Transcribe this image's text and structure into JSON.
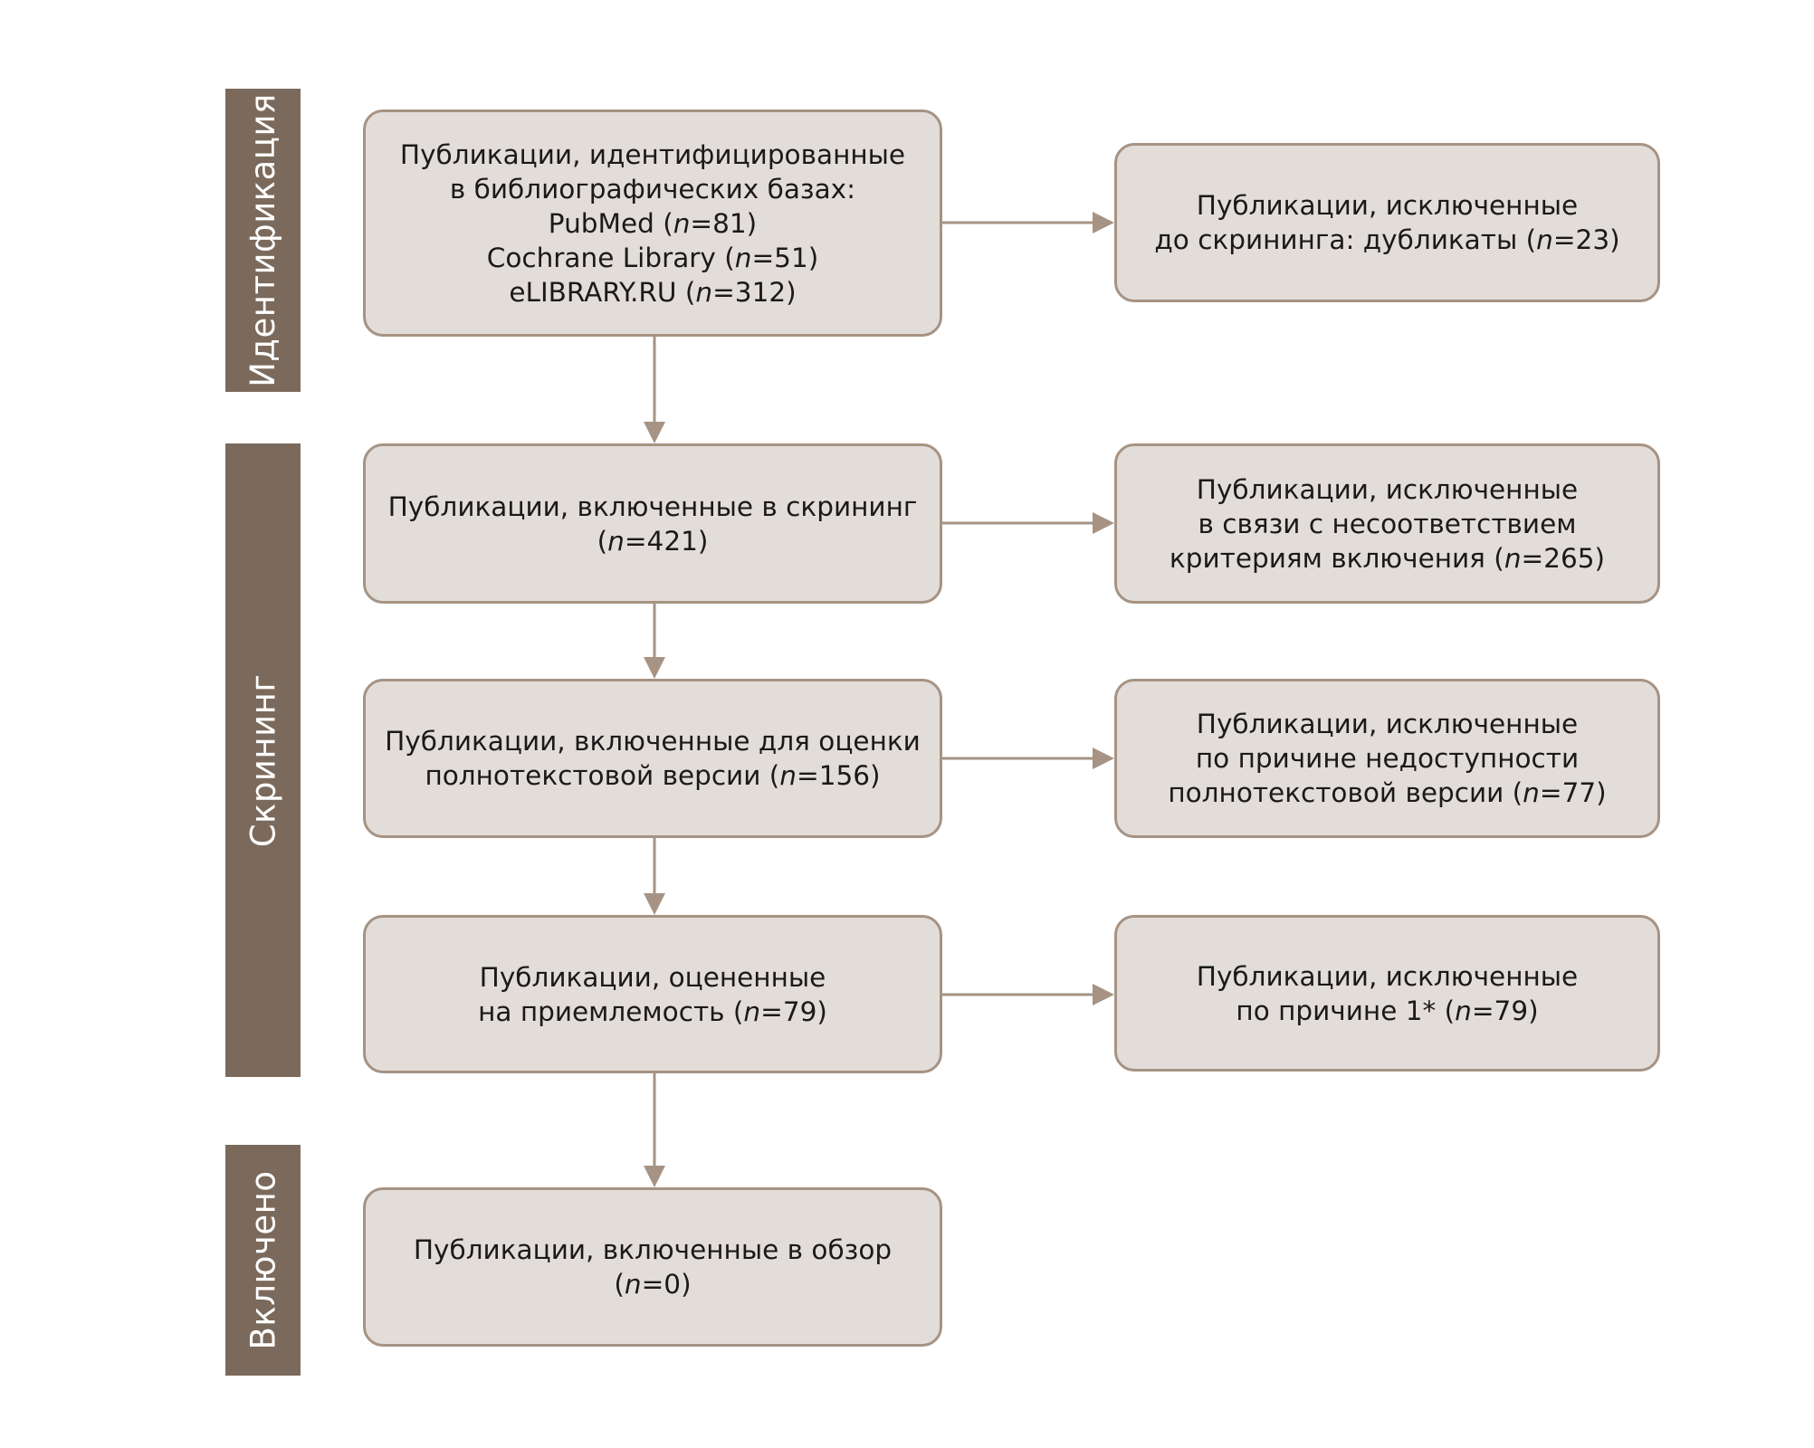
{
  "stages": {
    "identification": "Идентификация",
    "screening": "Скрининг",
    "included": "Включено"
  },
  "boxes": {
    "identified": {
      "lines": [
        {
          "text": "Публикации, идентифицированные"
        },
        {
          "text": "в библиографических базах:"
        },
        {
          "pre": "PubMed (",
          "n": "n",
          "post": "=81)"
        },
        {
          "pre": "Cochrane Library (",
          "n": "n",
          "post": "=51)"
        },
        {
          "pre": "eLIBRARY.RU (",
          "n": "n",
          "post": "=312)"
        }
      ]
    },
    "duplicates": {
      "lines": [
        {
          "text": "Публикации, исключенные"
        },
        {
          "pre": "до скрининга: дубликаты (",
          "n": "n",
          "post": "=23)"
        }
      ]
    },
    "screened": {
      "lines": [
        {
          "text": "Публикации, включенные в скрининг"
        },
        {
          "pre": "(",
          "n": "n",
          "post": "=421)"
        }
      ]
    },
    "excluded_criteria": {
      "lines": [
        {
          "text": "Публикации, исключенные"
        },
        {
          "text": "в связи с несоответствием"
        },
        {
          "pre": "критериям включения (",
          "n": "n",
          "post": "=265)"
        }
      ]
    },
    "fulltext": {
      "lines": [
        {
          "text": "Публикации, включенные для оценки"
        },
        {
          "pre": "полнотекстовой версии (",
          "n": "n",
          "post": "=156)"
        }
      ]
    },
    "excluded_unavailable": {
      "lines": [
        {
          "text": "Публикации, исключенные"
        },
        {
          "text": "по причине недоступности"
        },
        {
          "pre": "полнотекстовой версии (",
          "n": "n",
          "post": "=77)"
        }
      ]
    },
    "eligibility": {
      "lines": [
        {
          "text": "Публикации, оцененные"
        },
        {
          "pre": "на приемлемость (",
          "n": "n",
          "post": "=79)"
        }
      ]
    },
    "excluded_reason1": {
      "lines": [
        {
          "text": "Публикации, исключенные"
        },
        {
          "pre": "по причине 1* (",
          "n": "n",
          "post": "=79)"
        }
      ]
    },
    "included_review": {
      "lines": [
        {
          "text": "Публикации, включенные в обзор"
        },
        {
          "pre": "(",
          "n": "n",
          "post": "=0)"
        }
      ]
    }
  },
  "colors": {
    "stage_bar": "#7b6a5c",
    "box_fill": "#e3ddd9",
    "box_border": "#a69383",
    "arrow": "#a69383"
  }
}
